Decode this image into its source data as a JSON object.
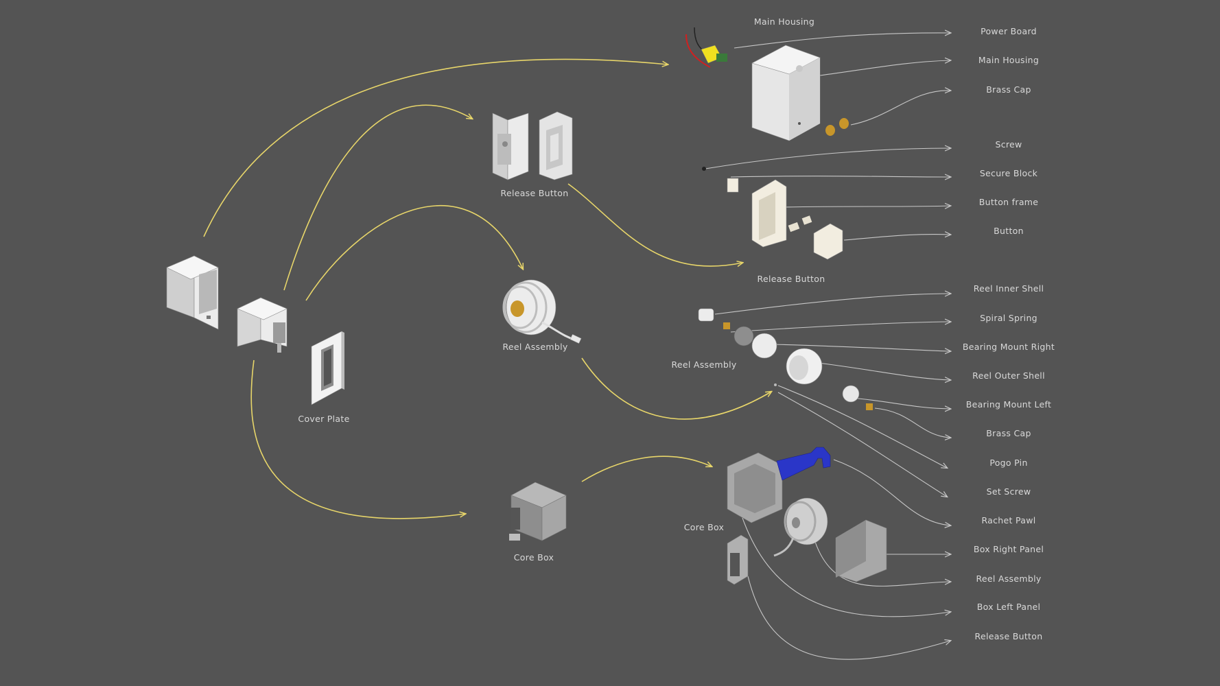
{
  "diagram": {
    "group_labels": {
      "release_button": "Release Button",
      "reel_assembly": "Reel Assembly",
      "cover_plate": "Cover Plate",
      "core_box": "Core Box",
      "main_housing": "Main Housing",
      "release_button_exploded": "Release Button",
      "reel_assembly_exploded": "Reel Assembly",
      "core_box_exploded": "Core Box"
    },
    "parts": [
      "Power Board",
      "Main Housing",
      "Brass Cap",
      "Screw",
      "Secure Block",
      "Button frame",
      "Button",
      "Reel Inner Shell",
      "Spiral Spring",
      "Bearing Mount Right",
      "Reel Outer Shell",
      "Bearing Mount Left",
      "Brass Cap",
      "Pogo Pin",
      "Set Screw",
      "Rachet Pawl",
      "Box Right Panel",
      "Reel Assembly",
      "Box Left Panel",
      "Release Button"
    ],
    "colors": {
      "background": "#545454",
      "flow_arrow": "#e8d66a",
      "leader_line": "#c8c8c8",
      "label_text": "#d9d9d9",
      "part_white": "#ececec",
      "part_cream": "#f2ede0",
      "part_gray": "#9a9a9a",
      "brass": "#c8962a",
      "pawl_blue": "#2a36c8",
      "board_yellow": "#f0e020",
      "wire_red": "#d02020"
    }
  }
}
